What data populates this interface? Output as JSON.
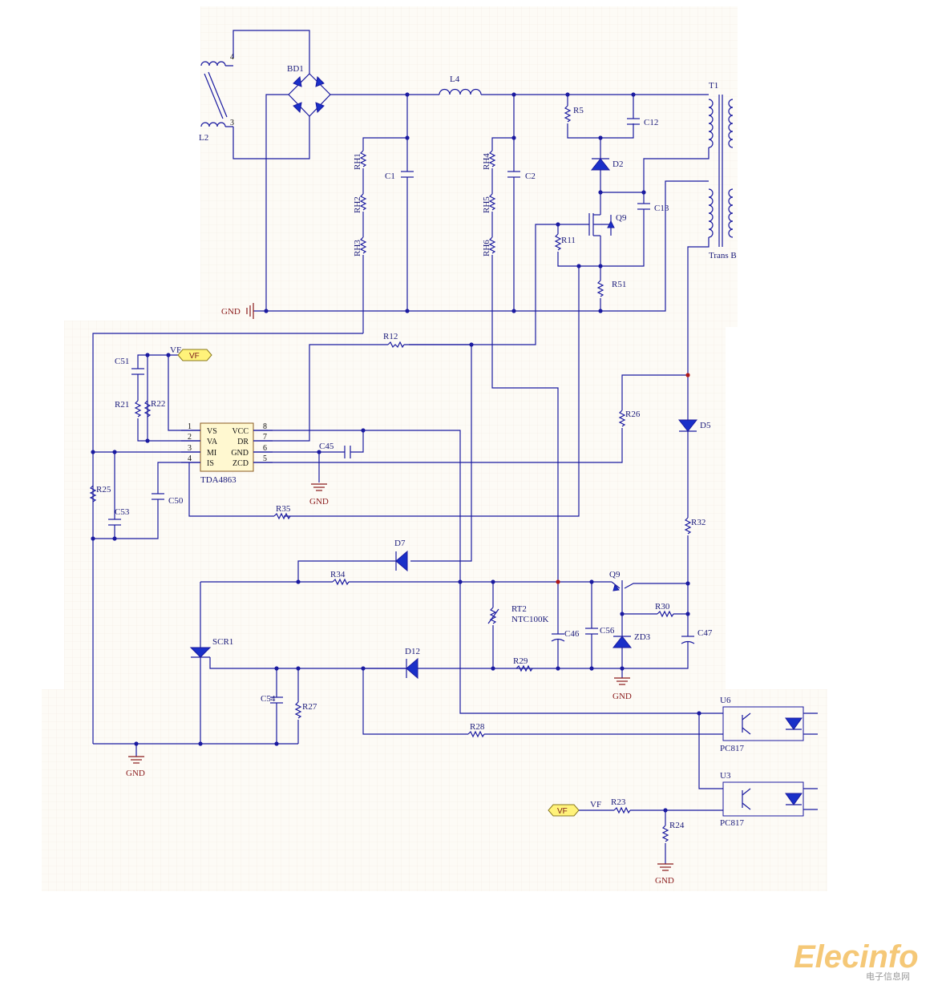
{
  "labels": {
    "bd1": "BD1",
    "l2": "L2",
    "l4": "L4",
    "t1": "T1",
    "trans": "Trans B",
    "r5": "R5",
    "c12": "C12",
    "d2": "D2",
    "c13": "C13",
    "q9a": "Q9",
    "r11": "R11",
    "r51": "R51",
    "c1": "C1",
    "c2": "C2",
    "rh1": "RH1",
    "rh2": "RH2",
    "rh3": "RH3",
    "rh4": "RH4",
    "rh5": "RH5",
    "rh6": "RH6",
    "r12": "R12",
    "c51": "C51",
    "r21": "R21",
    "r22": "R22",
    "r25": "R25",
    "c53": "C53",
    "c50": "C50",
    "r35": "R35",
    "c45": "C45",
    "r26": "R26",
    "d5": "D5",
    "r32": "R32",
    "d7": "D7",
    "r34": "R34",
    "q9b": "Q9",
    "rt2": "RT2",
    "ntc": "NTC100K",
    "c46": "C46",
    "c56": "C56",
    "zd3": "ZD3",
    "r30": "R30",
    "c47": "C47",
    "scr1": "SCR1",
    "d12": "D12",
    "r29": "R29",
    "c54": "C54",
    "r27": "R27",
    "r28": "R28",
    "u6": "U6",
    "u3": "U3",
    "pc817a": "PC817",
    "pc817b": "PC817",
    "r23": "R23",
    "r24": "R24",
    "vf1": "VF",
    "vf2": "VF",
    "tda": "TDA4863",
    "pin4": "4",
    "pin3": "3"
  },
  "gnd": {
    "g1": "GND",
    "g2": "GND",
    "g3": "GND",
    "g4": "GND",
    "g5": "GND"
  },
  "ic": {
    "left": [
      {
        "n": "1",
        "s": "VS"
      },
      {
        "n": "2",
        "s": "VA"
      },
      {
        "n": "3",
        "s": "MI"
      },
      {
        "n": "4",
        "s": "IS"
      }
    ],
    "right": [
      {
        "n": "8",
        "s": "VCC"
      },
      {
        "n": "7",
        "s": "DR"
      },
      {
        "n": "6",
        "s": "GND"
      },
      {
        "n": "5",
        "s": "ZCD"
      }
    ]
  },
  "flags": {
    "vf_a": "VF",
    "vf_b": "VF"
  },
  "watermark": {
    "brand": "Elecinfo",
    "sub": "电子信息网"
  },
  "colors": {
    "wire": "#1a1aa0",
    "ground": "#8a1a1a",
    "flag": "#fff27a",
    "watermark": "#f2b64a"
  }
}
